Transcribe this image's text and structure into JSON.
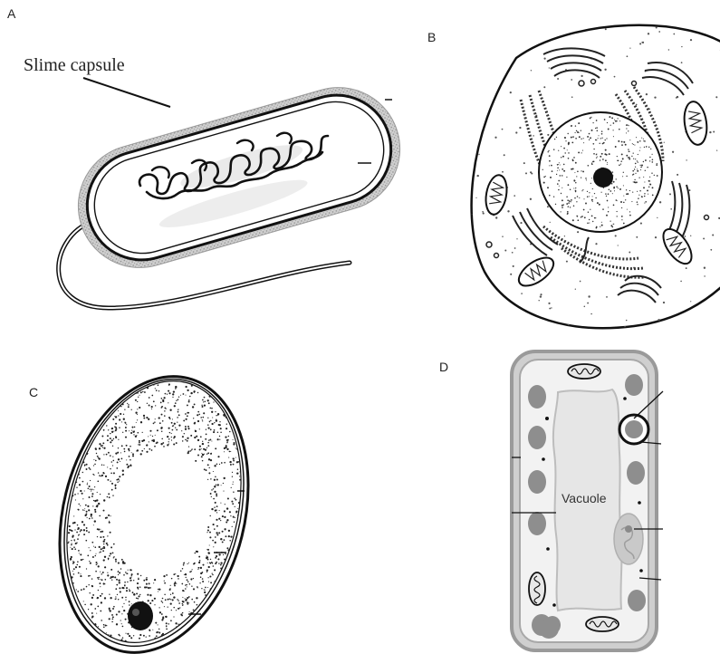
{
  "panels": {
    "a": {
      "letter": "A",
      "labels": {
        "slime_capsule": "Slime capsule"
      }
    },
    "b": {
      "letter": "B"
    },
    "c": {
      "letter": "C"
    },
    "d": {
      "letter": "D",
      "labels": {
        "vacuole": "Vacuole"
      }
    }
  },
  "colors": {
    "ink": "#111111",
    "capsule_gray": "#b5b5b5",
    "plant_wall": "#9a9a9a",
    "plant_wall_light": "#cfcfcf",
    "plant_fill": "#f2f2f2",
    "chloroplast": "#8e8e8e",
    "vacuole_fill": "#e6e6e6",
    "stipple": "#444444"
  }
}
